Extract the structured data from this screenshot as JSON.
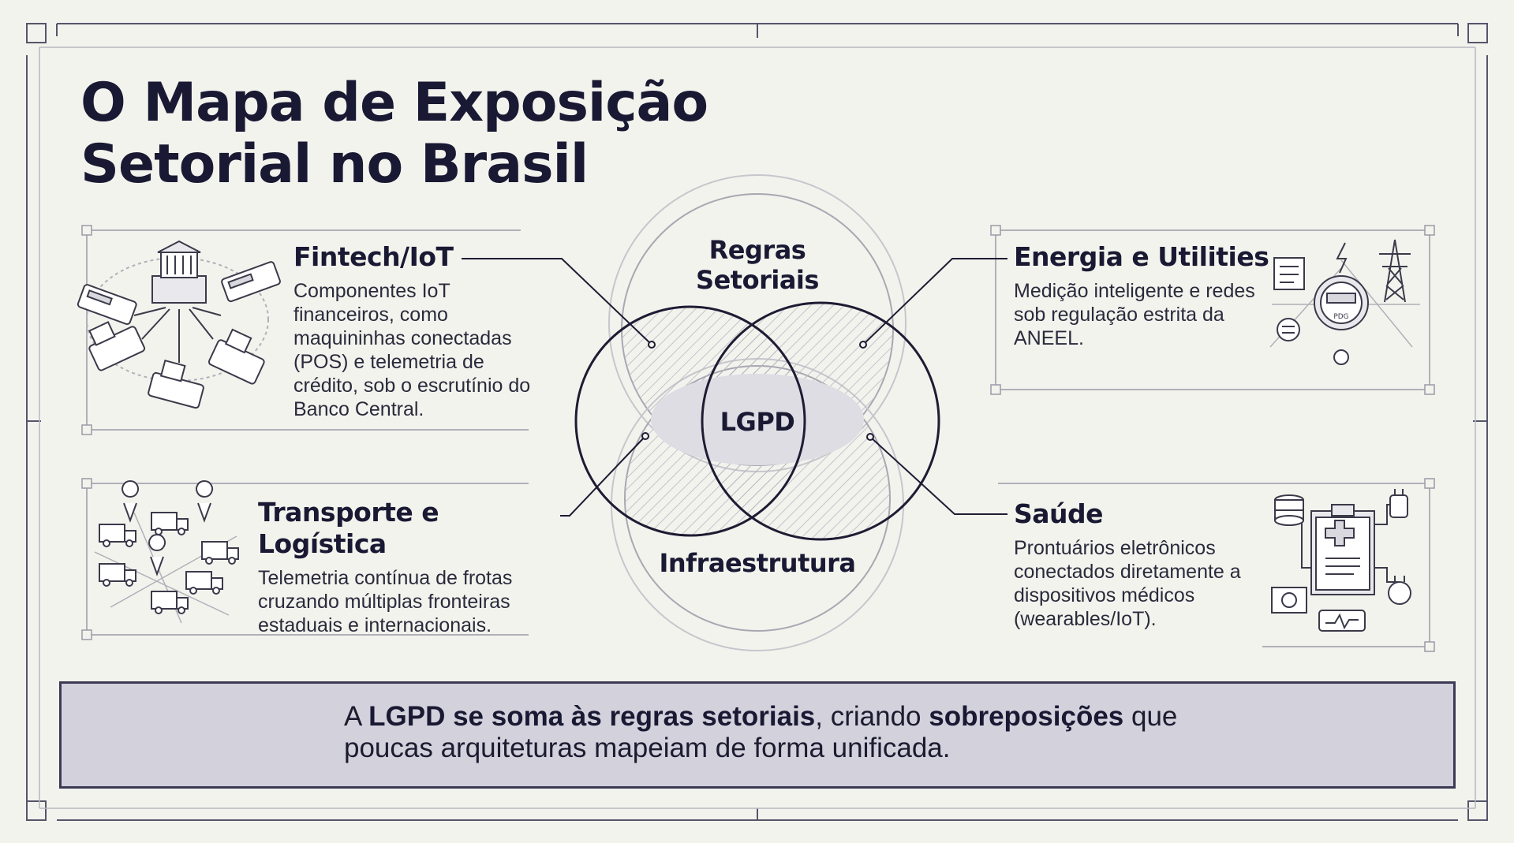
{
  "title": {
    "line1": "O Mapa de Exposição",
    "line2": "Setorial no Brasil"
  },
  "sectors": {
    "fintech": {
      "title": "Fintech/IoT",
      "description": "Componentes IoT financeiros, como maquininhas conectadas (POS) e telemetria de crédito, sob o escrutínio do Banco Central."
    },
    "transporte": {
      "title": "Transporte e Logística",
      "description": "Telemetria contínua de frotas cruzando múltiplas fronteiras estaduais e internacionais."
    },
    "energia": {
      "title": "Energia e Utilities",
      "description": "Medição inteligente e redes sob regulação estrita da ANEEL."
    },
    "saude": {
      "title": "Saúde",
      "description": "Prontuários eletrônicos conectados diretamente a dispositivos médicos (wearables/IoT)."
    }
  },
  "venn": {
    "top_label": "Regras Setoriais",
    "center_label": "LGPD",
    "bottom_label": "Infraestrutura"
  },
  "meter_display": "PDG",
  "banner": {
    "part1": "A ",
    "part2": "LGPD se soma às regras setoriais",
    "part3": ", criando ",
    "part4": "sobreposições",
    "part5": " que poucas arquiteturas mapeiam de forma unificada."
  },
  "colors": {
    "background": "#f3f3ee",
    "ink": "#1a1933",
    "banner_fill": "#d2d1dc",
    "line": "#8b8b96"
  }
}
